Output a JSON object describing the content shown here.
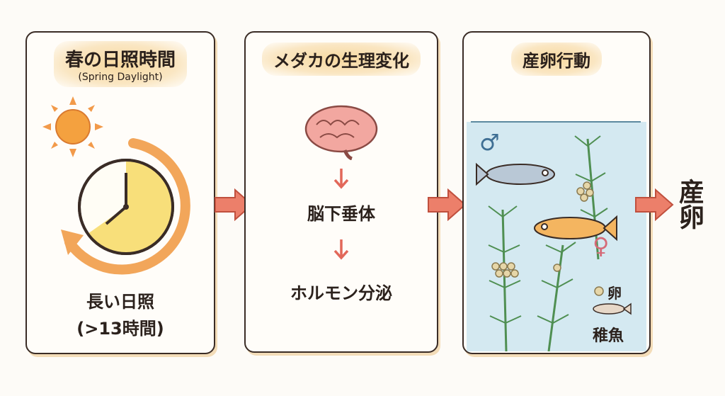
{
  "panels": [
    {
      "title": "春の日照時間",
      "subtitle": "(Spring Daylight)",
      "caption_line1": "長い日照",
      "caption_line2": "(>13時間)"
    },
    {
      "title": "メダカの生理変化",
      "step1": "脳下垂体",
      "step2": "ホルモン分泌"
    },
    {
      "title": "産卵行動",
      "male_symbol": "♂",
      "female_symbol": "♀",
      "legend_egg": "卵",
      "legend_fry": "稚魚"
    }
  ],
  "result": "産卵",
  "colors": {
    "arrow": "#ec7f6a",
    "water": "#cfe6ef",
    "plant": "#5a9a5c",
    "highlight": "#f7d9a0"
  }
}
